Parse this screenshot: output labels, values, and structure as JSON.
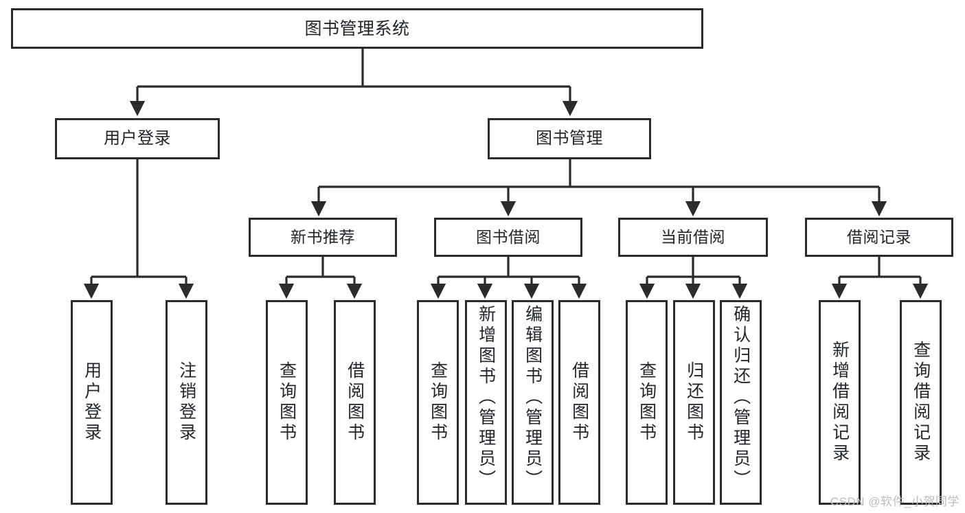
{
  "diagram": {
    "title": "图书管理系统",
    "type": "tree",
    "watermark": "CSDN @软件_小贺同学",
    "colors": {
      "stroke": "#2b2b2b",
      "fill": "#ffffff",
      "text": "#22252a",
      "watermark": "#b9bcc1"
    },
    "root": {
      "label": "图书管理系统"
    },
    "tier2": [
      {
        "label": "用户登录"
      },
      {
        "label": "图书管理"
      }
    ],
    "tier3": [
      {
        "label": "新书推荐"
      },
      {
        "label": "图书借阅"
      },
      {
        "label": "当前借阅"
      },
      {
        "label": "借阅记录"
      }
    ],
    "leaves": {
      "user_login": [
        {
          "label": "用户登录"
        },
        {
          "label": "注销登录"
        }
      ],
      "new_book": [
        {
          "label": "查询图书"
        },
        {
          "label": "借阅图书"
        }
      ],
      "book_borrow": [
        {
          "label": "查询图书"
        },
        {
          "label": "新增图书（管理员）"
        },
        {
          "label": "编辑图书（管理员）"
        },
        {
          "label": "借阅图书"
        }
      ],
      "current_borrow": [
        {
          "label": "查询图书"
        },
        {
          "label": "归还图书"
        },
        {
          "label": "确认归还（管理员）"
        }
      ],
      "borrow_record": [
        {
          "label": "新增借阅记录"
        },
        {
          "label": "查询借阅记录"
        }
      ]
    }
  }
}
